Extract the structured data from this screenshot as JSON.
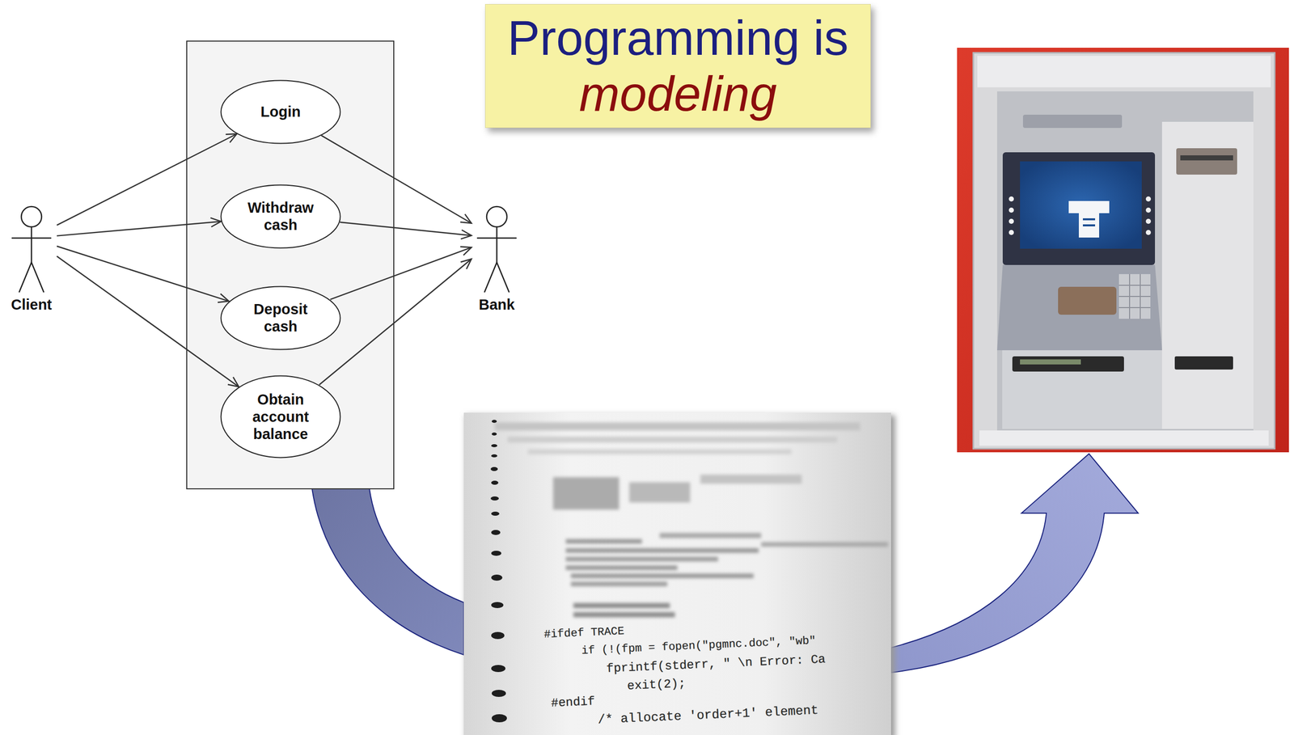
{
  "diagram": {
    "nodes": [
      {
        "text": [
          "Programming is",
          "modeling"
        ]
      },
      {
        "text": [
          "Client"
        ]
      },
      {
        "text": [
          "Login"
        ]
      },
      {
        "text": [
          "Withdraw cash"
        ]
      },
      {
        "text": [
          "Deposit cash"
        ]
      },
      {
        "text": [
          "Obtain account balance"
        ]
      },
      {
        "text": [
          "Bank"
        ]
      }
    ],
    "edges": [
      {
        "from": 1,
        "to": 2,
        "arrow": "to"
      },
      {
        "from": 1,
        "to": 3,
        "arrow": "to"
      },
      {
        "from": 1,
        "to": 4,
        "arrow": "to"
      },
      {
        "from": 1,
        "to": 5,
        "arrow": "to"
      },
      {
        "from": 2,
        "to": 6,
        "arrow": "to"
      },
      {
        "from": 3,
        "to": 6,
        "arrow": "to"
      },
      {
        "from": 4,
        "to": 6,
        "arrow": "to"
      },
      {
        "from": 5,
        "to": 6,
        "arrow": "to"
      }
    ],
    "labels": [
      "#ifdef TRACE",
      "if (!(fpm = fopen(\"pgmnc.doc\", \"wb\"",
      "fprintf(stderr, \" \\n Error: Ca",
      "exit(2);",
      "#endif",
      "/* allocate 'order+1' element"
    ]
  }
}
